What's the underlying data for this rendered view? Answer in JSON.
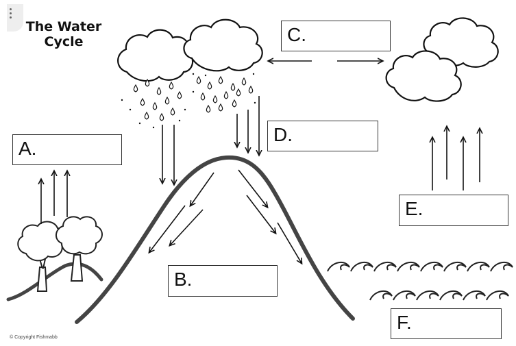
{
  "title": {
    "line1": "The Water",
    "line2": "Cycle"
  },
  "labels": {
    "a": "A.",
    "b": "B.",
    "c": "C.",
    "d": "D.",
    "e": "E.",
    "f": "F."
  },
  "copyright": "© Copyright Fishmabb"
}
